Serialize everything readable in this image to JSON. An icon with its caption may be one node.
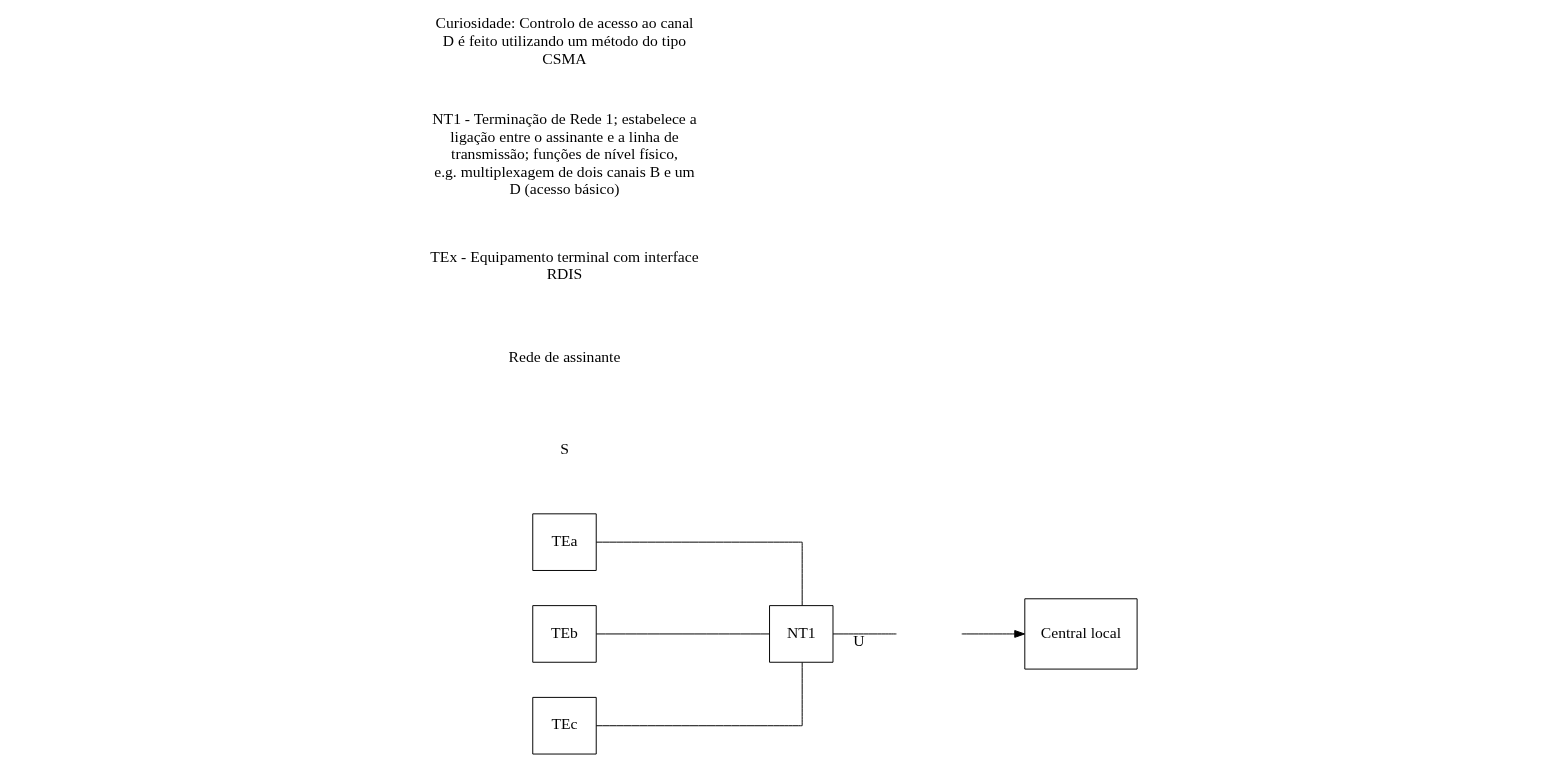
{
  "diagram": {
    "nodes": [
      {
        "text": [
          "TEa"
        ]
      },
      {
        "text": [
          "TEb"
        ]
      },
      {
        "text": [
          "TEc"
        ]
      },
      {
        "text": [
          "NT1"
        ]
      },
      {
        "text": [
          "Central local"
        ]
      }
    ],
    "edges": [
      {
        "from": 0,
        "to": 3,
        "arrow": "none"
      },
      {
        "from": 1,
        "to": 3,
        "arrow": "none"
      },
      {
        "from": 2,
        "to": 3,
        "arrow": "none"
      },
      {
        "from": 3,
        "to": null,
        "arrow": "none",
        "label": "U"
      },
      {
        "from": null,
        "to": 4,
        "arrow": "to"
      }
    ],
    "labels": [
      "S",
      "Rede de assinante",
      "TEx - Equipamento terminal com interface RDIS",
      "NT1 - Terminação de Rede 1; estabelece a ligação entre o assinante e a linha de transmissão; funções de nível físico, e.g. multiplexagem de dois canais B e um D (acesso básico)",
      "Curiosidade: Controlo de acesso ao canal D é feito utilizando um método do tipo CSMA"
    ]
  }
}
